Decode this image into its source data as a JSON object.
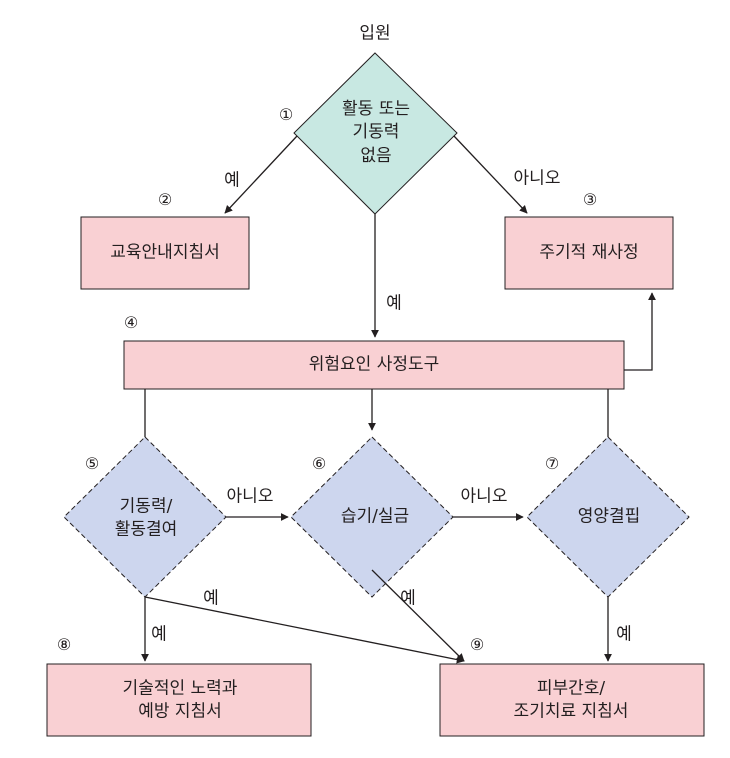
{
  "start": "입원",
  "decision_1": {
    "number": "①",
    "text": "활동 또는\n기동력\n없음"
  },
  "box_2": {
    "number": "②",
    "text": "교육안내지침서"
  },
  "box_3": {
    "number": "③",
    "text": "주기적 재사정"
  },
  "box_4": {
    "number": "④",
    "text": "위험요인 사정도구"
  },
  "decision_5": {
    "number": "⑤",
    "text": "기동력/\n활동결여"
  },
  "decision_6": {
    "number": "⑥",
    "text": "습기/실금"
  },
  "decision_7": {
    "number": "⑦",
    "text": "영양결핍"
  },
  "box_8": {
    "number": "⑧",
    "text": "기술적인 노력과\n예방 지침서"
  },
  "box_9": {
    "number": "⑨",
    "text": "피부간호/\n조기치료 지침서"
  },
  "labels": {
    "yes": "예",
    "no": "아니오"
  },
  "colors": {
    "box_fill": "#f9d0d3",
    "box_stroke": "#231f20",
    "decision_1_fill": "#c8e8e2",
    "decision_fill": "#cdd6ee",
    "line": "#231f20"
  }
}
